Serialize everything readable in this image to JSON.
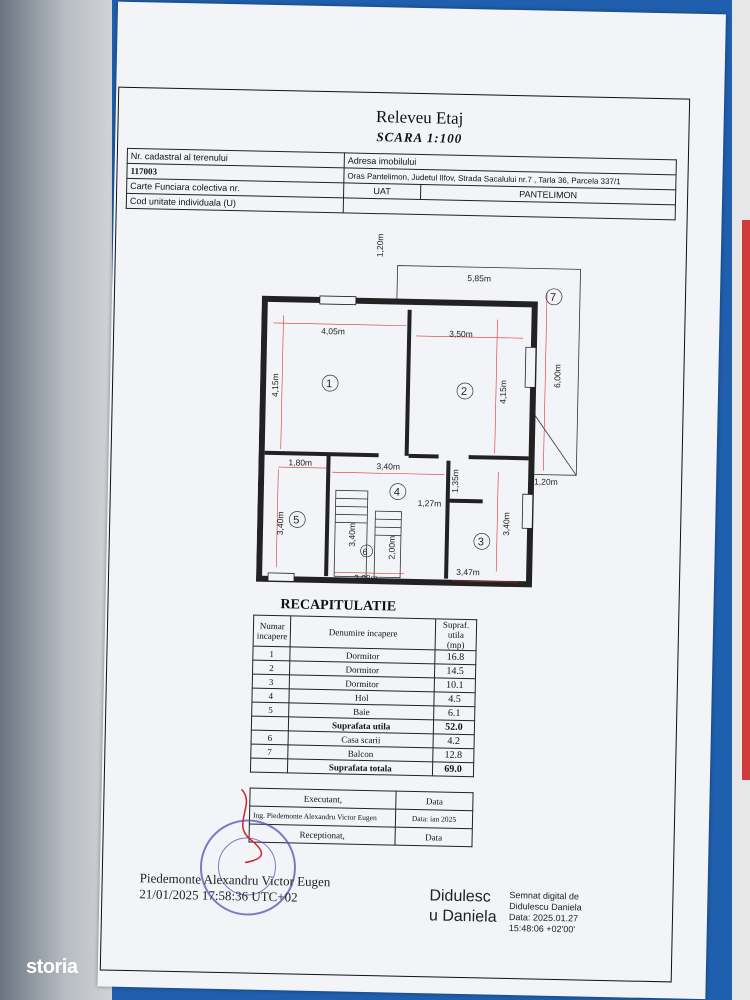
{
  "document": {
    "title": "Releveu Etaj",
    "scale": "SCARA 1:100"
  },
  "info_table": {
    "cadastral_label": "Nr. cadastral al terenului",
    "cadastral_value": "117003",
    "address_label": "Adresa imobilului",
    "address_value": "Oras Pantelimon, Judetul Ilfov, Strada Sacalului nr.7 , Tarla 36, Parcela  337/1",
    "carte_label": "Carte Funciara colectiva nr.",
    "cod_label": "Cod unitate individuala (U)",
    "uat_label": "UAT",
    "uat_value": "PANTELIMON"
  },
  "plan": {
    "dims": {
      "balcony_h": "1,20m",
      "balcony_w": "5,85m",
      "balcony_side": "6,00m",
      "balcony_bottom": "1,20m",
      "r1_w": "4,05m",
      "r1_h": "4,15m",
      "r2_w": "3,50m",
      "r2_h": "4,15m",
      "r5_w": "1,80m",
      "r5_h": "3,40m",
      "hall_w": "3,40m",
      "hall_sm1": "1,35m",
      "hall_sm2": "1,27m",
      "r3_h": "3,40m",
      "r3_w": "3,47m",
      "stair_w": "2,08m",
      "stair_h": "3,40m",
      "stair_mid": "2,00m"
    },
    "room_numbers": [
      "1",
      "2",
      "3",
      "4",
      "5",
      "6",
      "7"
    ]
  },
  "recap": {
    "title": "RECAPITULATIE",
    "col_num": "Numar incapere",
    "col_name": "Denumire incapere",
    "col_area": "Supraf. utila (mp)",
    "rows": [
      {
        "num": "1",
        "name": "Dormitor",
        "area": "16.8"
      },
      {
        "num": "2",
        "name": "Dormitor",
        "area": "14.5"
      },
      {
        "num": "3",
        "name": "Dormitor",
        "area": "10.1"
      },
      {
        "num": "4",
        "name": "Hol",
        "area": "4.5"
      },
      {
        "num": "5",
        "name": "Baie",
        "area": "6.1"
      }
    ],
    "subtotal_label": "Suprafata utila",
    "subtotal_value": "52.0",
    "extra_rows": [
      {
        "num": "6",
        "name": "Casa scarii",
        "area": "4.2"
      },
      {
        "num": "7",
        "name": "Balcon",
        "area": "12.8"
      }
    ],
    "total_label": "Suprafata totala",
    "total_value": "69.0"
  },
  "sign_table": {
    "executant_label": "Executant,",
    "data_label": "Data",
    "executant_name": "Ing. Piedemonte Alexandru Victor Eugen",
    "executant_date": "Data: ian 2025",
    "receptionat_label": "Receptionat,",
    "data_label2": "Data"
  },
  "signatures": {
    "signer_name": "Piedemonte Alexandru Victor Eugen",
    "signer_date": "21/01/2025 17:58:36 UTC+02",
    "digital_name_1": "Didulesc",
    "digital_name_2": "u Daniela",
    "digital_line1": "Semnat digital de",
    "digital_line2": "Didulescu Daniela",
    "digital_line3": "Data: 2025.01.27",
    "digital_line4": "15:48:06 +02'00'"
  },
  "watermark": "storia",
  "colors": {
    "folder_blue": "#1f5fae",
    "paper": "#f2f4f8",
    "stamp": "#5a4fb0"
  }
}
